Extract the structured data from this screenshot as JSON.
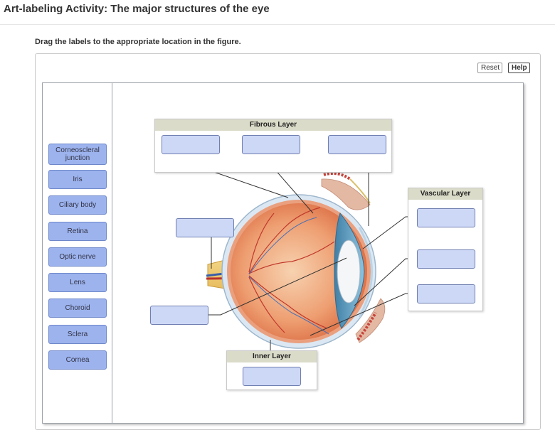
{
  "header": {
    "title": "Art-labeling Activity: The major structures of the eye"
  },
  "instructions": "Drag the labels to the appropriate location in the figure.",
  "toolbar": {
    "reset_label": "Reset",
    "help_label": "Help"
  },
  "labels": [
    {
      "id": "corneoscleral",
      "line1": "Corneoscleral",
      "line2": "junction"
    },
    {
      "id": "iris",
      "line1": "Iris",
      "line2": ""
    },
    {
      "id": "ciliary-body",
      "line1": "Ciliary body",
      "line2": ""
    },
    {
      "id": "retina",
      "line1": "Retina",
      "line2": ""
    },
    {
      "id": "optic-nerve",
      "line1": "Optic nerve",
      "line2": ""
    },
    {
      "id": "lens",
      "line1": "Lens",
      "line2": ""
    },
    {
      "id": "choroid",
      "line1": "Choroid",
      "line2": ""
    },
    {
      "id": "sclera",
      "line1": "Sclera",
      "line2": ""
    },
    {
      "id": "cornea",
      "line1": "Cornea",
      "line2": ""
    }
  ],
  "groups": {
    "fibrous": {
      "title": "Fibrous Layer"
    },
    "vascular": {
      "title": "Vascular Layer"
    },
    "inner": {
      "title": "Inner Layer"
    }
  },
  "colors": {
    "chip_fill": "#9cb3ee",
    "target_fill": "#cdd8f7",
    "group_header": "#dbdbc9"
  }
}
